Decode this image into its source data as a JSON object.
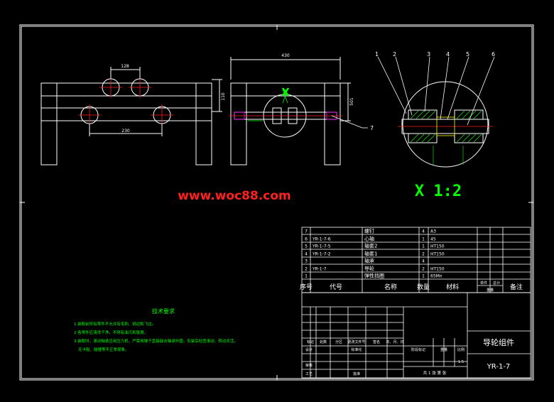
{
  "colors": {
    "background": "#000000",
    "line": "#ffffff",
    "accent_green": "#00ff00",
    "accent_red": "#ff2020",
    "accent_yellow": "#ffff00",
    "accent_magenta": "#ff00ff",
    "text_white": "#ffffff"
  },
  "watermark": "www.woc88.com",
  "dimensions": {
    "front_top": "128",
    "front_bottom": "230",
    "front_side": "110",
    "side_top": "430",
    "side_height": "501"
  },
  "view_label": "X",
  "detail_label": "X 1:2",
  "callouts": [
    "1",
    "2",
    "3",
    "4",
    "5",
    "6",
    "7"
  ],
  "technical_requirements": {
    "title": "技术要求",
    "items": [
      "1  装配前所有零件不允许有毛刺、锐边和飞边。",
      "2  各零件应清洗干净，不得有油污和铁屑。",
      "3  装配时，滚动轴承应用压力机，严禁用锤子直接敲击轴承外圈，安装后检查滚动、转动灵活，",
      "无卡阻、碰撞等不正常现象。"
    ]
  },
  "bom": {
    "rows": [
      {
        "seq": "7",
        "code": "",
        "name": "螺钉",
        "qty": "4",
        "material": "A3"
      },
      {
        "seq": "6",
        "code": "YR-1-7-6",
        "name": "心轴",
        "qty": "1",
        "material": "45"
      },
      {
        "seq": "5",
        "code": "YR-1-7-5",
        "name": "轴套2",
        "qty": "1",
        "material": "HT150"
      },
      {
        "seq": "4",
        "code": "YR-1-7-2",
        "name": "轴套1",
        "qty": "2",
        "material": "HT150"
      },
      {
        "seq": "3",
        "code": "",
        "name": "轴承",
        "qty": "4",
        "material": ""
      },
      {
        "seq": "2",
        "code": "YR-1-7",
        "name": "导轮",
        "qty": "2",
        "material": "HT150"
      },
      {
        "seq": "1",
        "code": "",
        "name": "弹性挡圈",
        "qty": "1",
        "material": "65Mn"
      }
    ],
    "header": {
      "seq": "序号",
      "code": "代号",
      "name": "名称",
      "qty": "数量",
      "material": "材料",
      "unit_weight": "单件",
      "total_weight": "总计",
      "weight": "重量",
      "remark": "备注"
    }
  },
  "title_block": {
    "part_name": "导轮组件",
    "drawing_no": "YR-1-7",
    "scale": "1:5",
    "row_mark": "标记",
    "row_count": "处数",
    "row_zone": "分区",
    "row_change_doc": "更改文件号",
    "row_sign": "签名",
    "row_date": "年、月、日",
    "design": "设计",
    "standardize": "标准化",
    "review": "审核",
    "process": "工艺",
    "approve": "批准",
    "stage_mark": "阶段标记",
    "weight": "重量",
    "scale_label": "比例",
    "sheets": "共 1 张  第    张"
  }
}
